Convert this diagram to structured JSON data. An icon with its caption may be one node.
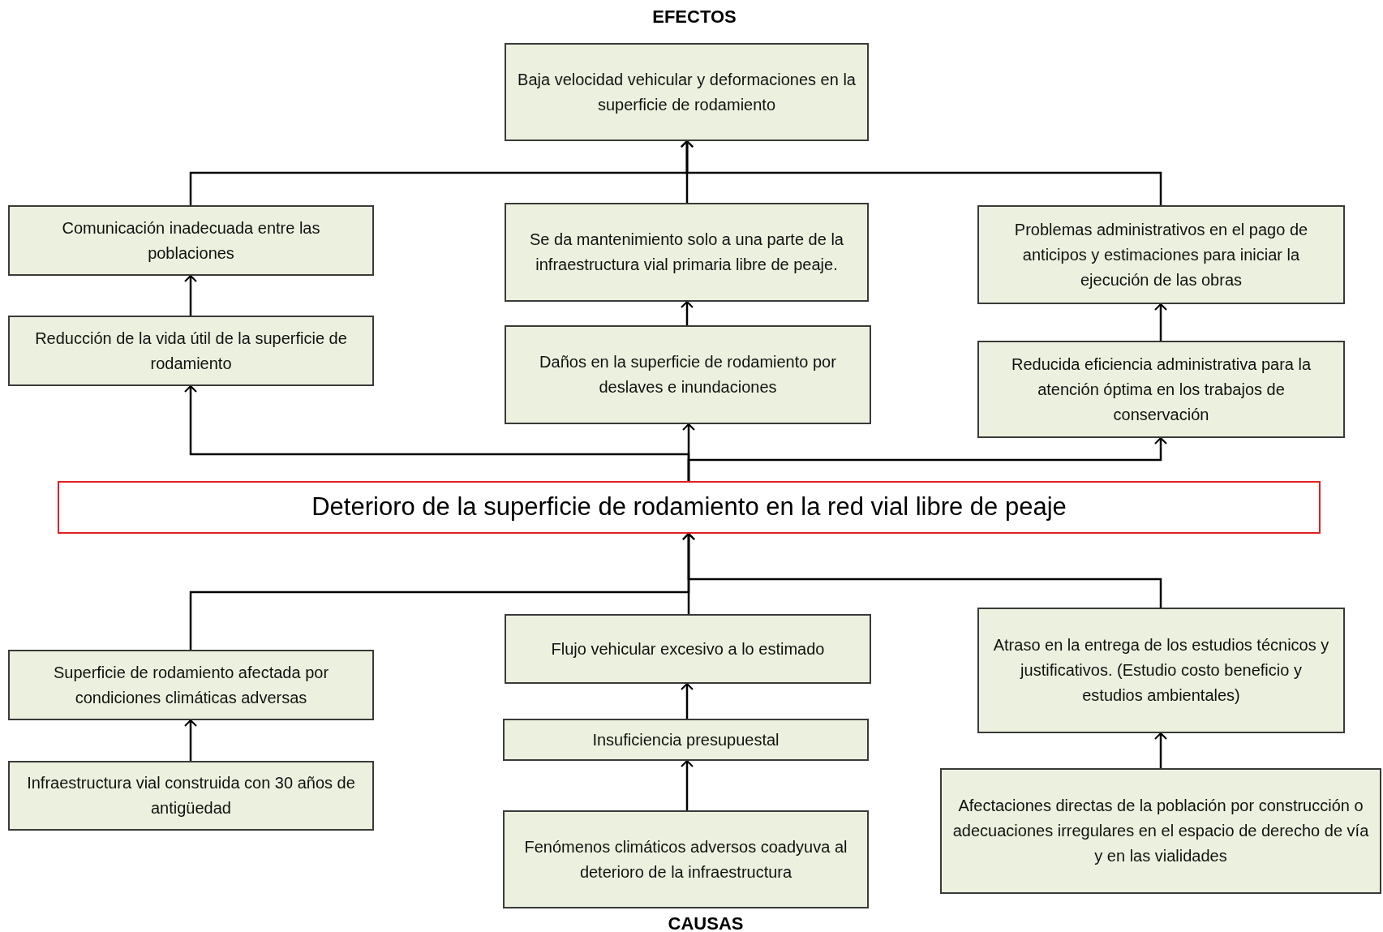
{
  "diagram": {
    "nodes": [
      {
        "text": [
          "Baja velocidad vehicular y deformaciones en la superficie de rodamiento"
        ]
      },
      {
        "text": [
          "Comunicación inadecuada entre las poblaciones"
        ]
      },
      {
        "text": [
          "Se da mantenimiento solo a una parte de la infraestructura vial primaria libre de peaje."
        ]
      },
      {
        "text": [
          "Problemas  administrativos en el pago de anticipos y estimaciones para iniciar la ejecución de las obras"
        ]
      },
      {
        "text": [
          "Reducción de la vida útil de la superficie de rodamiento"
        ]
      },
      {
        "text": [
          "Daños en la superficie  de rodamiento por deslaves e inundaciones"
        ]
      },
      {
        "text": [
          "Reducida eficiencia administrativa para la atención óptima en los trabajos de conservación"
        ]
      },
      {
        "text": [
          "Deterioro de la superficie de rodamiento en la red vial libre de peaje"
        ]
      },
      {
        "text": [
          "Superficie de rodamiento afectada por condiciones climáticas adversas"
        ]
      },
      {
        "text": [
          "Flujo  vehicular excesivo  a lo estimado"
        ]
      },
      {
        "text": [
          "Atraso en la entrega de los estudios técnicos y justificativos. (Estudio costo beneficio y estudios ambientales)"
        ]
      },
      {
        "text": [
          "Insuficiencia presupuestal"
        ]
      },
      {
        "text": [
          "Infraestructura vial construida con 30 años de antigüedad"
        ]
      },
      {
        "text": [
          "Afectaciones directas de la población por construcción o adecuaciones irregulares en el espacio de derecho de vía y en las vialidades"
        ]
      },
      {
        "text": [
          "Fenómenos climáticos adversos coadyuva al deterioro de la infraestructura"
        ]
      }
    ],
    "edges": [
      {
        "from": 1,
        "to": 0,
        "arrow": "to"
      },
      {
        "from": 2,
        "to": 0,
        "arrow": "to"
      },
      {
        "from": 3,
        "to": 0,
        "arrow": "to"
      },
      {
        "from": 4,
        "to": 1,
        "arrow": "to"
      },
      {
        "from": 5,
        "to": 2,
        "arrow": "to"
      },
      {
        "from": 6,
        "to": 3,
        "arrow": "to"
      },
      {
        "from": 7,
        "to": 4,
        "arrow": "to"
      },
      {
        "from": 7,
        "to": 5,
        "arrow": "to"
      },
      {
        "from": 7,
        "to": 6,
        "arrow": "to"
      },
      {
        "from": 8,
        "to": 7,
        "arrow": "to"
      },
      {
        "from": 9,
        "to": 7,
        "arrow": "to"
      },
      {
        "from": 10,
        "to": 7,
        "arrow": "to"
      },
      {
        "from": 12,
        "to": 8,
        "arrow": "to"
      },
      {
        "from": 11,
        "to": 9,
        "arrow": "to"
      },
      {
        "from": 14,
        "to": 11,
        "arrow": "to"
      },
      {
        "from": 13,
        "to": 10,
        "arrow": "to"
      }
    ],
    "labels": [
      "EFECTOS",
      "CAUSAS"
    ]
  }
}
